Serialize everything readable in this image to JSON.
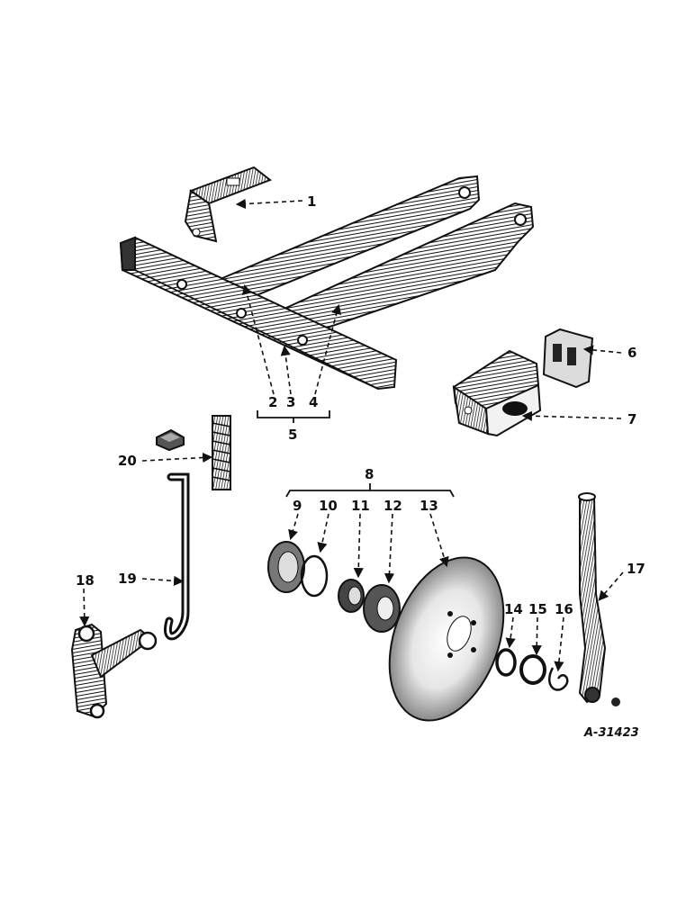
{
  "figure_id": "A-31423",
  "callouts": {
    "c1": "1",
    "c2": "2",
    "c3": "3",
    "c4": "4",
    "c5": "5",
    "c6": "6",
    "c7": "7",
    "c8": "8",
    "c9": "9",
    "c10": "10",
    "c11": "11",
    "c12": "12",
    "c13": "13",
    "c14": "14",
    "c15": "15",
    "c16": "16",
    "c17": "17",
    "c18": "18",
    "c19": "19",
    "c20": "20"
  }
}
